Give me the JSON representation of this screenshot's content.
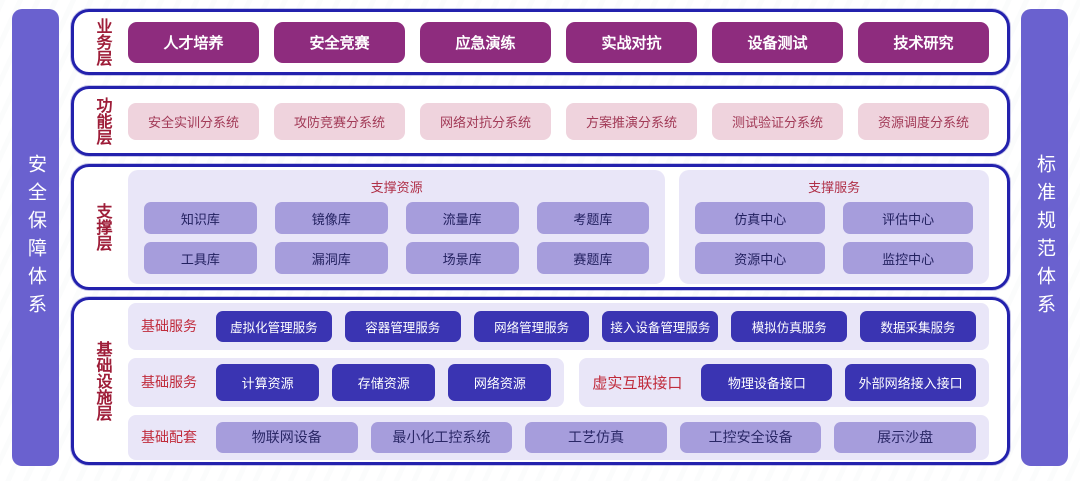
{
  "left_sidebar": {
    "label": "安全保障体系"
  },
  "right_sidebar": {
    "label": "标准规范体系"
  },
  "business": {
    "label": "业务层",
    "items": [
      "人才培养",
      "安全竞赛",
      "应急演练",
      "实战对抗",
      "设备测试",
      "技术研究"
    ]
  },
  "function": {
    "label": "功能层",
    "items": [
      "安全实训分系统",
      "攻防竞赛分系统",
      "网络对抗分系统",
      "方案推演分系统",
      "测试验证分系统",
      "资源调度分系统"
    ]
  },
  "support": {
    "label": "支撑层",
    "resources": {
      "title": "支撑资源",
      "items": [
        "知识库",
        "镜像库",
        "流量库",
        "考题库",
        "工具库",
        "漏洞库",
        "场景库",
        "赛题库"
      ]
    },
    "services": {
      "title": "支撑服务",
      "items": [
        "仿真中心",
        "评估中心",
        "资源中心",
        "监控中心"
      ]
    }
  },
  "infrastructure": {
    "label": "基础设施层",
    "services_row": {
      "label": "基础服务",
      "items": [
        "虚拟化管理服务",
        "容器管理服务",
        "网络管理服务",
        "接入设备管理服务",
        "模拟仿真服务",
        "数据采集服务"
      ]
    },
    "resources_row": {
      "label": "基础服务",
      "items": [
        "计算资源",
        "存储资源",
        "网络资源"
      ]
    },
    "interface_row": {
      "label": "虚实互联接口",
      "items": [
        "物理设备接口",
        "外部网络接入接口"
      ]
    },
    "facilities_row": {
      "label": "基础配套",
      "items": [
        "物联网设备",
        "最小化工控系统",
        "工艺仿真",
        "工控安全设备",
        "展示沙盘"
      ]
    }
  },
  "colors": {
    "pillar_purple": "#6a61cf",
    "panel_border_navy": "#2321ad",
    "layer_label_red": "#9e1d38",
    "business_button_magenta": "#8e2c7e",
    "function_box_pink": "#efd3dd",
    "function_text_red": "#a23a57",
    "group_bg_lavender_light": "#e9e6f8",
    "box_lavender": "#a69ddc",
    "box_text_navy": "#22205f",
    "infra_button_indigo": "#3a34b2",
    "row_label_red": "#c02b3b"
  }
}
